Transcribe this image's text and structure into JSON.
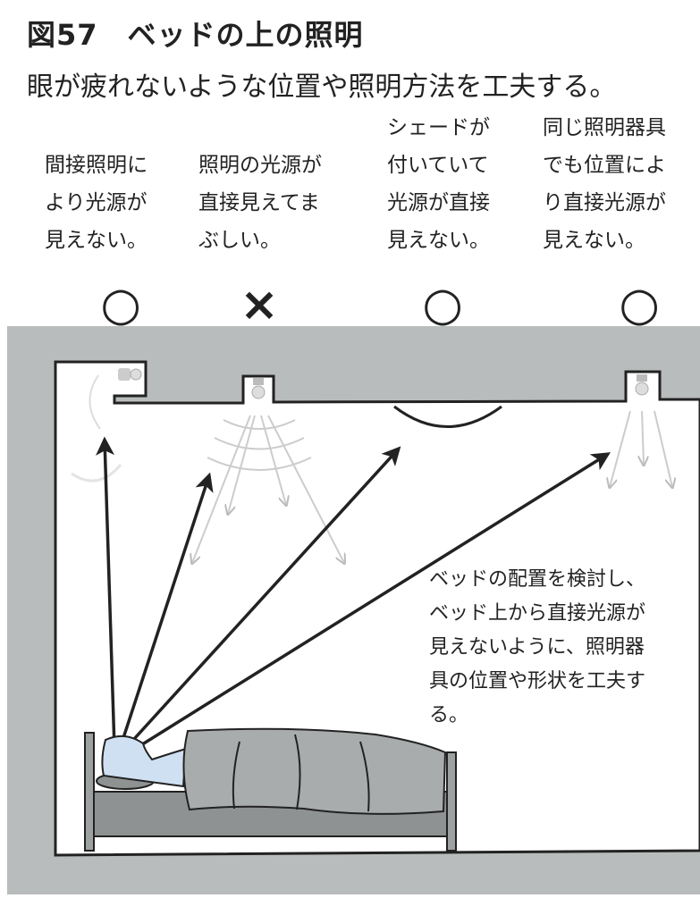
{
  "title": "図57　ベッドの上の照明",
  "subtitle": "眼が疲れないような位置や照明方法を工夫する。",
  "columns": [
    {
      "lines": [
        "間接照明に",
        "より光源が",
        "見えない。"
      ],
      "mark": "○"
    },
    {
      "lines": [
        "照明の光源が",
        "直接見えてま",
        "ぶしい。"
      ],
      "mark": "×"
    },
    {
      "lines": [
        "シェードが",
        "付いていて",
        "光源が直接",
        "見えない。"
      ],
      "mark": "○"
    },
    {
      "lines": [
        "同じ照明器具",
        "でも位置によ",
        "り直接光源が",
        "見えない。"
      ],
      "mark": "○"
    }
  ],
  "note": {
    "lines": [
      "ベッドの配置を検討し、",
      "ベッド上から直接光源が",
      "見えないように、照明器",
      "具の位置や形状を工夫す",
      "る。"
    ]
  },
  "colors": {
    "wall": "#b9bcbc",
    "blanket": "#a9acac",
    "face": "#cfe0f2",
    "ink": "#222222"
  }
}
